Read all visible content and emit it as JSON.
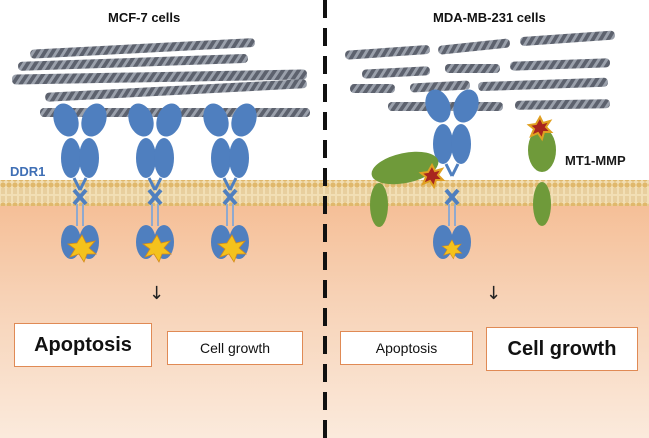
{
  "panels": {
    "left": {
      "title": "MCF-7 cells",
      "receptor_label": "DDR1",
      "outcome_strong": "Apoptosis",
      "outcome_weak": "Cell growth"
    },
    "right": {
      "title": "MDA-MB-231 cells",
      "protease_label": "MT1-MMP",
      "outcome_weak": "Apoptosis",
      "outcome_strong": "Cell growth"
    }
  },
  "arrow_glyph": "↓",
  "colors": {
    "receptor": "#4f7fbf",
    "receptor_dark": "#3a64a0",
    "protease": "#6f9a3a",
    "kinase_star": "#f4c21c",
    "cleavage_star": "#a8251e",
    "membrane": "#e7c58c",
    "cytoplasm": "#f6caa8",
    "collagen": "#6a6f7b",
    "box_border": "#e08a55"
  }
}
